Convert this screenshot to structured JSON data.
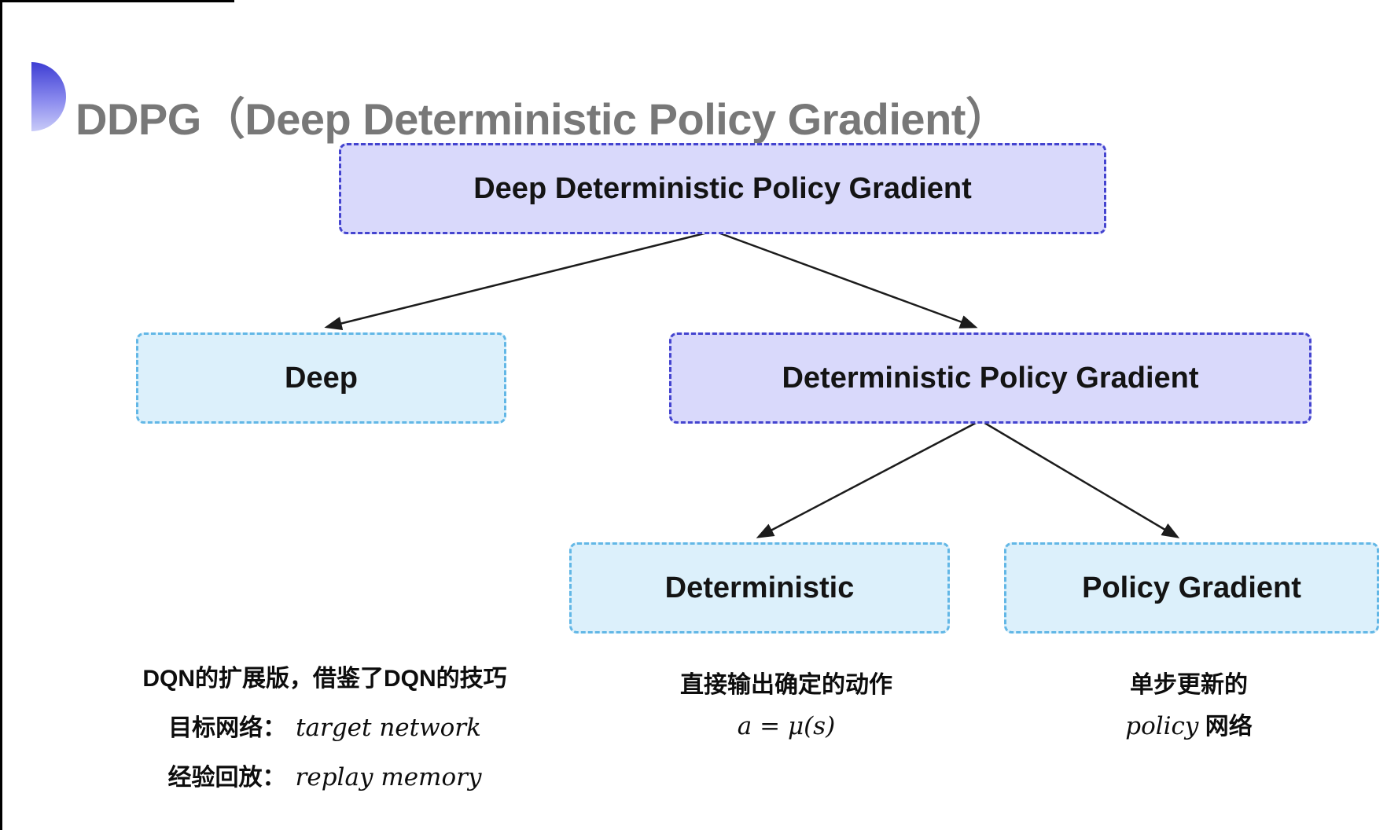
{
  "header": {
    "title": "DDPG（Deep Deterministic Policy Gradient）",
    "title_color": "#787878",
    "bullet_icon": "half-circle",
    "bullet_gradient_top": "#3e3ed3",
    "bullet_gradient_bottom": "#c9cbf8"
  },
  "diagram": {
    "nodes": [
      {
        "id": "ddpg",
        "label": "Deep Deterministic Policy Gradient",
        "variant": "purple"
      },
      {
        "id": "deep",
        "label": "Deep",
        "variant": "cyan"
      },
      {
        "id": "dpg",
        "label": "Deterministic Policy Gradient",
        "variant": "purple"
      },
      {
        "id": "deterministic",
        "label": "Deterministic",
        "variant": "cyan"
      },
      {
        "id": "policy-gradient",
        "label": "Policy Gradient",
        "variant": "cyan"
      }
    ],
    "edges": [
      {
        "from": "ddpg",
        "to": "deep"
      },
      {
        "from": "ddpg",
        "to": "dpg"
      },
      {
        "from": "dpg",
        "to": "deterministic"
      },
      {
        "from": "dpg",
        "to": "policy-gradient"
      }
    ],
    "colors": {
      "purple_fill": "#d9d9fb",
      "purple_border": "#4444cf",
      "cyan_fill": "#dcf0fb",
      "cyan_border": "#62b7e6",
      "arrow": "#1c1c1c"
    }
  },
  "annotations": {
    "left": {
      "line1": "DQN的扩展版，借鉴了DQN的技巧",
      "line2_label": "目标网络：",
      "line2_term": "target network",
      "line3_label": "经验回放：",
      "line3_term": "replay memory"
    },
    "middle": {
      "line1": "直接输出确定的动作",
      "formula": "a = μ(s)"
    },
    "right": {
      "line1": "单步更新的",
      "term": "policy",
      "suffix": " 网络"
    }
  }
}
